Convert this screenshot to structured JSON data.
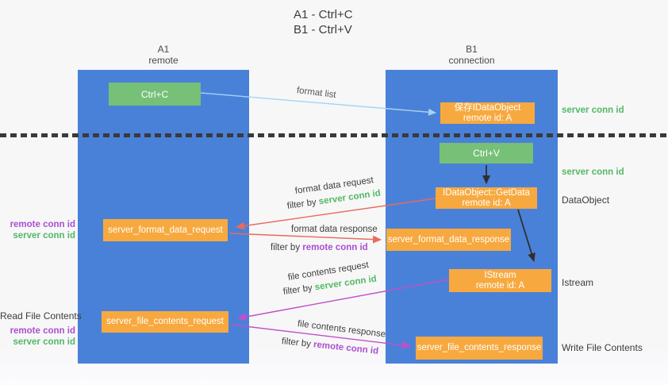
{
  "title": {
    "line1": "A1 - Ctrl+C",
    "line2": "B1 - Ctrl+V"
  },
  "columns": {
    "a": {
      "name": "A1",
      "subtitle": "remote"
    },
    "b": {
      "name": "B1",
      "subtitle": "connection"
    }
  },
  "nodes": {
    "ctrl_c": {
      "label": "Ctrl+C"
    },
    "ctrl_v": {
      "label": "Ctrl+V"
    },
    "save_idataobject": {
      "line1": "保存IDataObject",
      "line2": "remote id: A"
    },
    "getdata": {
      "line1": "IDataObject::GetData",
      "line2": "remote id: A"
    },
    "istream": {
      "line1": "IStream",
      "line2": "remote id: A"
    },
    "server_format_data_request": {
      "label": "server_format_data_request"
    },
    "server_format_data_response": {
      "label": "server_format_data_response"
    },
    "server_file_contents_request": {
      "label": "server_file_contents_request"
    },
    "server_file_contents_response": {
      "label": "server_file_contents_response"
    }
  },
  "edge_labels": {
    "format_list": "format list",
    "format_data_request": "format data request",
    "format_data_response": "format data response",
    "file_contents_request": "file contents request",
    "file_contents_response": "file contents response",
    "filter_by": "filter by ",
    "server_conn_id": "server conn id",
    "remote_conn_id": "remote conn id"
  },
  "side_labels": {
    "remote_conn_id": "remote conn id",
    "server_conn_id": "server conn id",
    "read_file_contents": "Read File Contents",
    "dataobject": "DataObject",
    "istream": "Istream",
    "write_file_contents": "Write File Contents"
  },
  "colors": {
    "column_blue": "#4a81d8",
    "node_orange": "#f7a93f",
    "node_green": "#76c078",
    "conn_green": "#53b865",
    "conn_purple": "#ab4fd0",
    "arrow_red": "#ea6a5c",
    "arrow_magenta": "#c24fc9",
    "arrow_blue": "#a5d3f2",
    "arrow_black": "#2f2f2f",
    "background": "#f7f7f8"
  }
}
